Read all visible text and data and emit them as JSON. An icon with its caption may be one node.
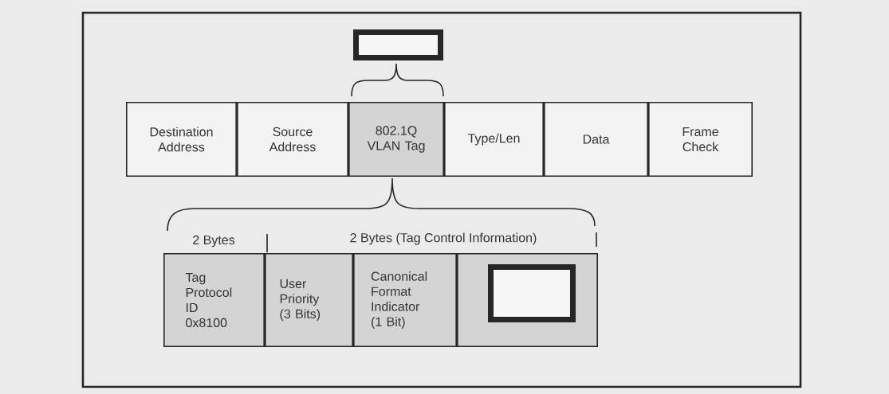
{
  "diagram": {
    "nodes": [
      {
        "text": [],
        "shape": "box"
      },
      {
        "text": [
          "Destination Address"
        ]
      },
      {
        "text": [
          "Source Address"
        ]
      },
      {
        "text": [
          "802.1Q VLAN Tag"
        ]
      },
      {
        "text": [
          "Type/Len"
        ]
      },
      {
        "text": [
          "Data"
        ]
      },
      {
        "text": [
          "Frame Check"
        ]
      },
      {
        "text": [
          "Tag Protocol ID 0x8100"
        ]
      },
      {
        "text": [
          "User Priority (3 Bits)"
        ]
      },
      {
        "text": [
          "Canonical Format Indicator (1 Bit)"
        ]
      },
      {
        "text": [],
        "shape": "box"
      },
      {
        "text": [],
        "shape": "box",
        "in": 10
      }
    ],
    "labels": [
      "2 Bytes",
      "2 Bytes (Tag Control Information)"
    ]
  }
}
